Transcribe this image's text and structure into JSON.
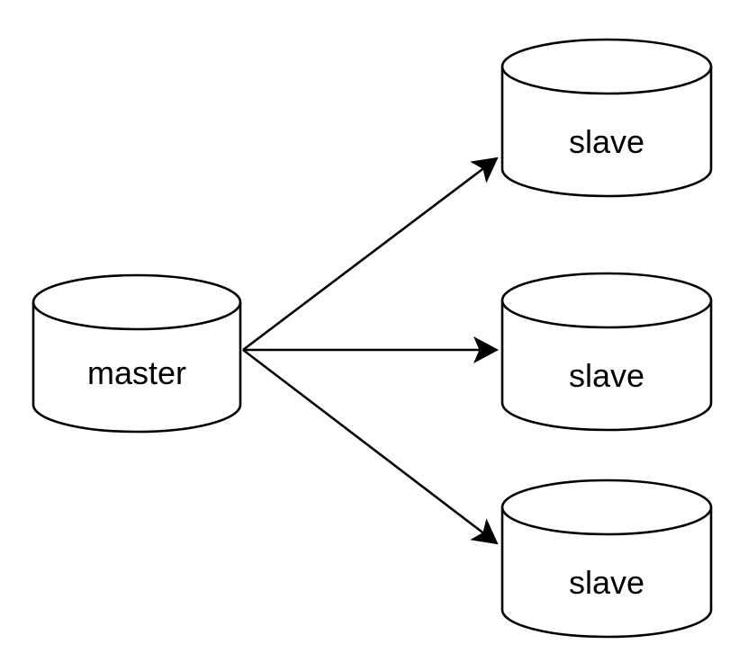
{
  "diagram": {
    "type": "database-replication-topology",
    "background_color": "#ffffff",
    "node_fill_color": "#ffffff",
    "stroke_color": "#000000",
    "text_color": "#000000",
    "nodes": [
      {
        "id": "master",
        "label": "master",
        "shape": "database-cylinder"
      },
      {
        "id": "slave-top",
        "label": "slave",
        "shape": "database-cylinder"
      },
      {
        "id": "slave-middle",
        "label": "slave",
        "shape": "database-cylinder"
      },
      {
        "id": "slave-bottom",
        "label": "slave",
        "shape": "database-cylinder"
      }
    ],
    "edges": [
      {
        "from": "master",
        "to": "slave-top",
        "style": "solid",
        "arrowhead": "filled-notched-triangle"
      },
      {
        "from": "master",
        "to": "slave-middle",
        "style": "solid",
        "arrowhead": "filled-notched-triangle"
      },
      {
        "from": "master",
        "to": "slave-bottom",
        "style": "solid",
        "arrowhead": "filled-notched-triangle"
      }
    ]
  }
}
